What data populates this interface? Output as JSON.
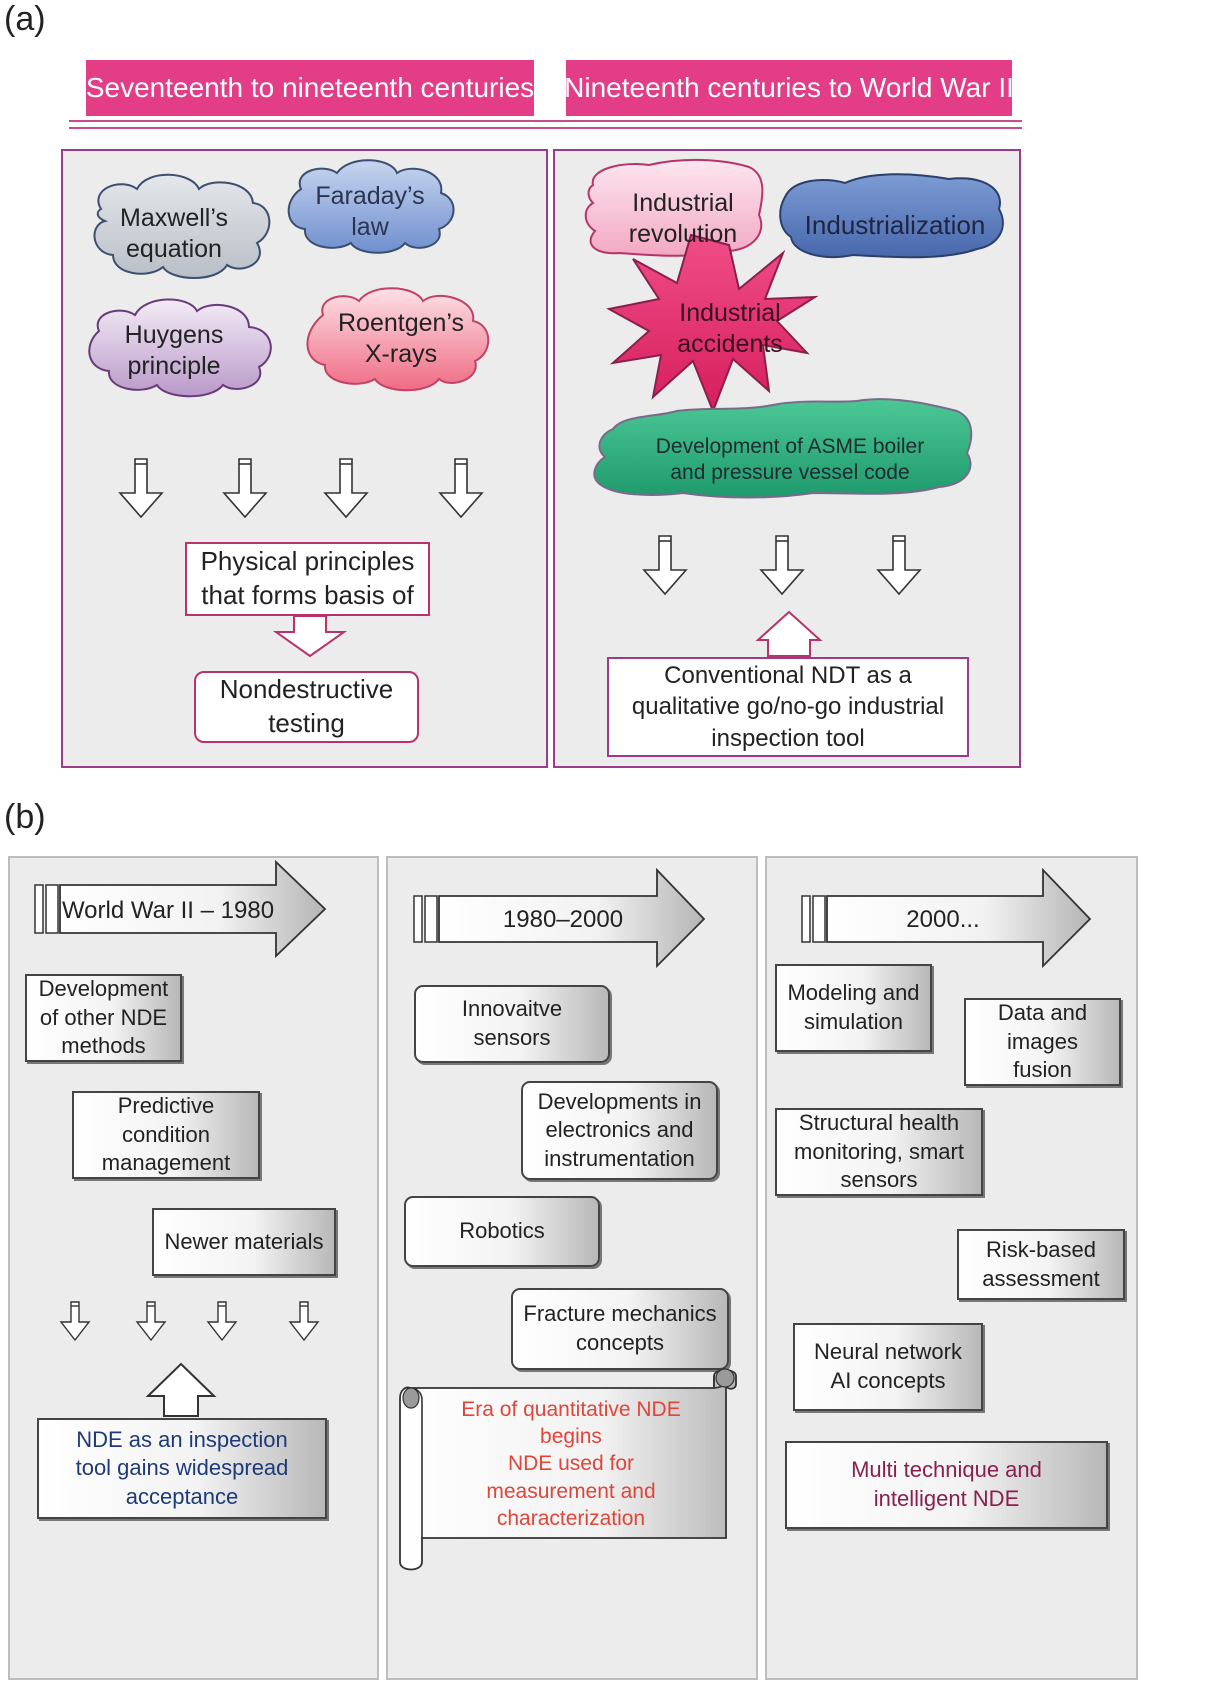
{
  "part_a": {
    "label": "(a)",
    "header_left": "Seventeenth to nineteenth centuries",
    "header_right": "Nineteenth centuries to World War II",
    "left_panel": {
      "cloud_maxwell": [
        "Maxwell’s",
        "equation"
      ],
      "cloud_faraday": [
        "Faraday’s",
        "law"
      ],
      "cloud_huygens": [
        "Huygens",
        "principle"
      ],
      "cloud_roentgen": [
        "Roentgen’s",
        "X-rays"
      ],
      "box_physical": [
        "Physical principles",
        "that forms basis of"
      ],
      "box_ndt": [
        "Nondestructive",
        "testing"
      ]
    },
    "right_panel": {
      "cloud_revolution": [
        "Industrial",
        "revolution"
      ],
      "cloud_industrialization": "Industrialization",
      "star_accidents": [
        "Industrial",
        "accidents"
      ],
      "cloud_asme": [
        "Development of ASME boiler",
        "and pressure vessel code"
      ],
      "box_conventional": [
        "Conventional NDT as a",
        "qualitative go/no-go industrial",
        "inspection tool"
      ]
    },
    "colors": {
      "header": "#e23d86",
      "border": "#9b3b8e",
      "maxwell": "#cfd3d8",
      "faraday": "#8fa9d8",
      "huygens": "#d8c4e0",
      "roentgen": "#f48a9d",
      "revolution": "#f7c4d6",
      "industrialization": "#5b7fc0",
      "accidents": "#e8326f",
      "asme": "#2fb583"
    }
  },
  "part_b": {
    "label": "(b)",
    "col1": {
      "arrow_title": "World War II – 1980",
      "box_other_nde": [
        "Development",
        "of other NDE",
        "methods"
      ],
      "box_predictive": [
        "Predictive",
        "condition",
        "management"
      ],
      "box_newer": "Newer materials",
      "box_inspection": [
        "NDE as an inspection",
        "tool gains widespread",
        "acceptance"
      ]
    },
    "col2": {
      "arrow_title": "1980–2000",
      "box_sensors": [
        "Innovaitve",
        "sensors"
      ],
      "box_electronics": [
        "Developments in",
        "electronics and",
        "instrumentation"
      ],
      "box_robotics": "Robotics",
      "box_fracture": [
        "Fracture mechanics",
        "concepts"
      ],
      "scroll_text": [
        "Era of quantitative NDE",
        "begins",
        "NDE used for",
        "measurement and",
        "characterization"
      ]
    },
    "col3": {
      "arrow_title": "2000...",
      "box_modeling": [
        "Modeling and",
        "simulation"
      ],
      "box_fusion": [
        "Data and",
        "images",
        "fusion"
      ],
      "box_shm": [
        "Structural health",
        "monitoring, smart",
        "sensors"
      ],
      "box_risk": [
        "Risk-based",
        "assessment"
      ],
      "box_neural": [
        "Neural network",
        "AI concepts"
      ],
      "box_multi": [
        "Multi technique and",
        "intelligent NDE"
      ]
    },
    "colors": {
      "inspection_text": "#1f3a78",
      "scroll_text": "#e0453a",
      "multi_text": "#8a1f4d"
    }
  }
}
